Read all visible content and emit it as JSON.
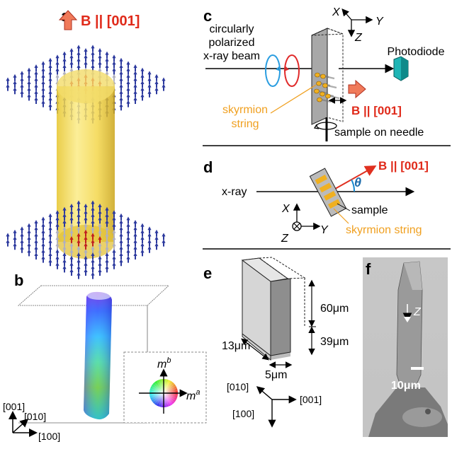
{
  "panels": {
    "a": "a",
    "b": "b",
    "c": "c",
    "d": "d",
    "e": "e",
    "f": "f"
  },
  "panel_a": {
    "field_label": "B || [001]",
    "colors": {
      "arrow_blue": "#2d3a9e",
      "arrow_red": "#c02020",
      "cylinder": "#f3d64a",
      "field": "#e8452d"
    }
  },
  "panel_b": {
    "axis_001": "[001]",
    "axis_010": "[010]",
    "axis_100": "[100]",
    "legend_mb": "m",
    "legend_mb_sup": "b",
    "legend_ma": "m",
    "legend_ma_sup": "a"
  },
  "panel_c": {
    "axis_x": "X",
    "axis_y": "Y",
    "axis_z": "Z",
    "beam_line1": "circularly",
    "beam_line2": "polarized",
    "beam_line3": "x-ray beam",
    "photodiode": "Photodiode",
    "field_label": "B || [001]",
    "skyrmion_line1": "skyrmion",
    "skyrmion_line2": "string",
    "needle": "sample on needle"
  },
  "panel_d": {
    "xray": "x-ray",
    "field_label": "B || [001]",
    "theta": "θ",
    "sample": "sample",
    "skyrmion": "skyrmion string",
    "axis_x": "X",
    "axis_y": "Y",
    "axis_z": "Z"
  },
  "panel_e": {
    "dim_60": "60μm",
    "dim_39": "39μm",
    "dim_13": "13μm",
    "dim_5": "5μm",
    "axis_010": "[010]",
    "axis_001": "[001]",
    "axis_100": "[100]"
  },
  "panel_f": {
    "axis_z": "Z",
    "scale": "10μm"
  }
}
